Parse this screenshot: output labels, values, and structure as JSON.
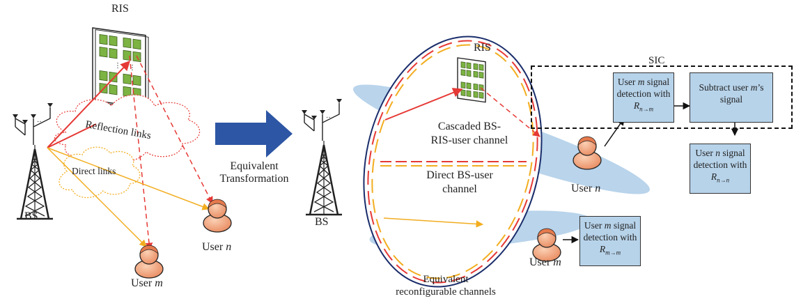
{
  "labels": {
    "ris_left": "RIS",
    "ris_right": "RIS",
    "reflection_links": "Reflection links",
    "direct_links": "Direct links",
    "bs_left": "BS",
    "bs_right": "BS",
    "user_m_left": "User m",
    "user_n_left": "User n",
    "user_m_right": "User m",
    "user_n_right": "User n",
    "transformation": "Equivalent\nTransformation",
    "cascaded": "Cascaded BS-\nRIS-user channel",
    "direct_channel": "Direct BS-user\nchannel",
    "equivalent_channels": "Equivalent\nreconfigurable channels",
    "sic": "SIC"
  },
  "boxes": {
    "detect_m_top": {
      "line1": "User m signal",
      "line2": "detection with",
      "sym": "R",
      "sub": "n→m"
    },
    "subtract": {
      "line1": "Subtract user m’s",
      "line2": "signal"
    },
    "detect_n": {
      "line1": "User n signal",
      "line2": "detection with",
      "sym": "R",
      "sub": "n→n"
    },
    "detect_m_bottom": {
      "line1": "User m signal",
      "line2": "detection with",
      "sym": "R",
      "sub": "m→m"
    }
  },
  "colors": {
    "reflection": "#e53935",
    "direct": "#f2ad1f",
    "arrow_blue": "#2d56a4",
    "box_fill": "#b7d3ea",
    "ellipse": "#1a2d6b",
    "ris_cell": "#7cb342",
    "user_skin": "#f4a582"
  },
  "icons": [
    "bs-tower-icon",
    "ris-panel-icon",
    "user-icon",
    "cloud-icon",
    "arrow-right-icon"
  ]
}
